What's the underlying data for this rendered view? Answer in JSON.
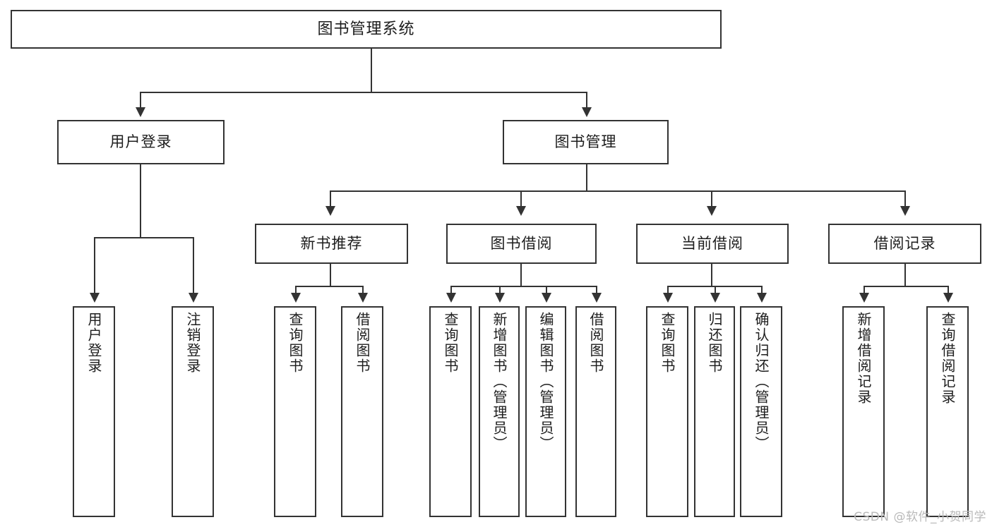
{
  "diagram": {
    "title": "图书管理系统",
    "type": "hierarchy-tree",
    "root": {
      "label": "图书管理系统"
    },
    "level2": [
      {
        "label": "用户登录"
      },
      {
        "label": "图书管理"
      }
    ],
    "level3": [
      {
        "label": "新书推荐"
      },
      {
        "label": "图书借阅"
      },
      {
        "label": "当前借阅"
      },
      {
        "label": "借阅记录"
      }
    ],
    "leaves": {
      "user_login": [
        {
          "label": "用户登录"
        },
        {
          "label": "注销登录"
        }
      ],
      "new_book_recommend": [
        {
          "label": "查询图书"
        },
        {
          "label": "借阅图书"
        }
      ],
      "book_borrow": [
        {
          "label": "查询图书"
        },
        {
          "label": "新增图书（管理员）"
        },
        {
          "label": "编辑图书（管理员）"
        },
        {
          "label": "借阅图书"
        }
      ],
      "current_borrow": [
        {
          "label": "查询图书"
        },
        {
          "label": "归还图书"
        },
        {
          "label": "确认归还（管理员）"
        }
      ],
      "borrow_record": [
        {
          "label": "新增借阅记录"
        },
        {
          "label": "查询借阅记录"
        }
      ]
    }
  },
  "watermark": {
    "text": "CSDN @软件_小贺同学"
  },
  "colors": {
    "stroke": "#333333",
    "fill": "#ffffff",
    "text": "#1d1d1d",
    "watermark": "#b9b9b9"
  }
}
